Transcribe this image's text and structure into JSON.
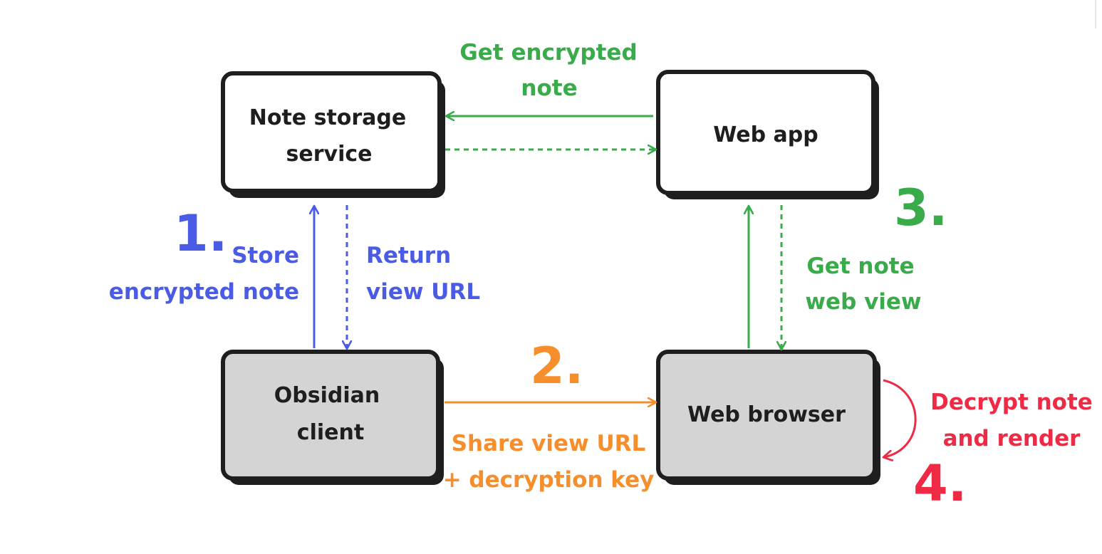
{
  "colors": {
    "blue": "#4a5ce5",
    "green": "#3aab4a",
    "orange": "#f78e2c",
    "red": "#ef2a45",
    "box_border": "#1e1e1e",
    "box_fill_server": "#ffffff",
    "box_fill_client": "#d4d4d4"
  },
  "boxes": {
    "storage": {
      "line1": "Note storage",
      "line2": "service"
    },
    "webapp": {
      "line1": "Web app"
    },
    "obsidian": {
      "line1": "Obsidian",
      "line2": "client"
    },
    "browser": {
      "line1": "Web browser"
    }
  },
  "steps": {
    "one": "1.",
    "two": "2.",
    "three": "3.",
    "four": "4."
  },
  "annotations": {
    "get_encrypted": {
      "line1": "Get encrypted",
      "line2": "note"
    },
    "store": {
      "line1": "Store",
      "line2": "encrypted note"
    },
    "return_url": {
      "line1": "Return",
      "line2": "view URL"
    },
    "get_web_view": {
      "line1": "Get note",
      "line2": "web view"
    },
    "share": {
      "line1": "Share view URL",
      "line2": "+ decryption key"
    },
    "decrypt": {
      "line1": "Decrypt note",
      "line2": "and render"
    }
  }
}
